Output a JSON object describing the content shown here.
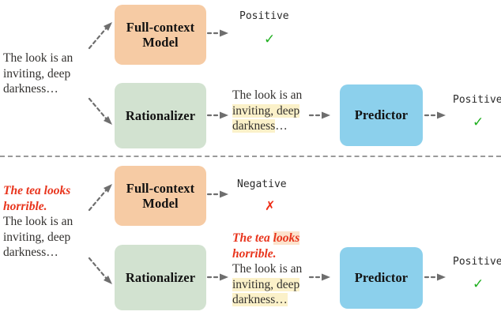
{
  "figure": {
    "title": "Full-context model vs. Rationalizer-Predictor pipeline under input perturbation",
    "divider": "dashed-horizontal-separator",
    "colors": {
      "full_context_box": "#F6CBA4",
      "rationalizer_box": "#D2E2D0",
      "predictor_box": "#8CD0EC",
      "highlight_yellow": "#FBF1C9",
      "highlight_warm": "#FCE3CD",
      "perturbation_red": "#E8341C",
      "correct_green": "#1FAF1F",
      "incorrect_red": "#EE2B14",
      "arrow_gray": "#6E6E6E",
      "divider_gray": "#9A9A9A"
    }
  },
  "top": {
    "input": {
      "lines": [
        "The look is an",
        "inviting, deep",
        "darkness…"
      ]
    },
    "full_context_model": {
      "label_line1": "Full-context",
      "label_line2": "Model",
      "output_label": "Positive",
      "verdict_icon": "check-mark",
      "verdict_glyph": "✓"
    },
    "rationalizer": {
      "label": "Rationalizer",
      "rationale": {
        "line1_plain": "The look is an",
        "line2_highlight": "inviting, deep",
        "line3_highlight": "darkness",
        "line3_tail": "…"
      }
    },
    "predictor": {
      "label": "Predictor",
      "output_label": "Positive",
      "verdict_icon": "check-mark",
      "verdict_glyph": "✓"
    }
  },
  "bottom": {
    "input": {
      "perturbation_line1": "The tea looks",
      "perturbation_line2": "horrible.",
      "lines": [
        "The look is an",
        "inviting, deep",
        "darkness…"
      ]
    },
    "full_context_model": {
      "label_line1": "Full-context",
      "label_line2": "Model",
      "output_label": "Negative",
      "verdict_icon": "cross-mark",
      "verdict_glyph": "✗"
    },
    "rationalizer": {
      "label": "Rationalizer",
      "rationale": {
        "red_line1_plain": "The tea ",
        "red_line1_highlight": "looks",
        "red_line2": "horrible.",
        "line3_plain": "The look is an",
        "line4_highlight": "inviting, deep",
        "line5_highlight": "darkness…"
      }
    },
    "predictor": {
      "label": "Predictor",
      "output_label": "Positive",
      "verdict_icon": "check-mark",
      "verdict_glyph": "✓"
    }
  }
}
